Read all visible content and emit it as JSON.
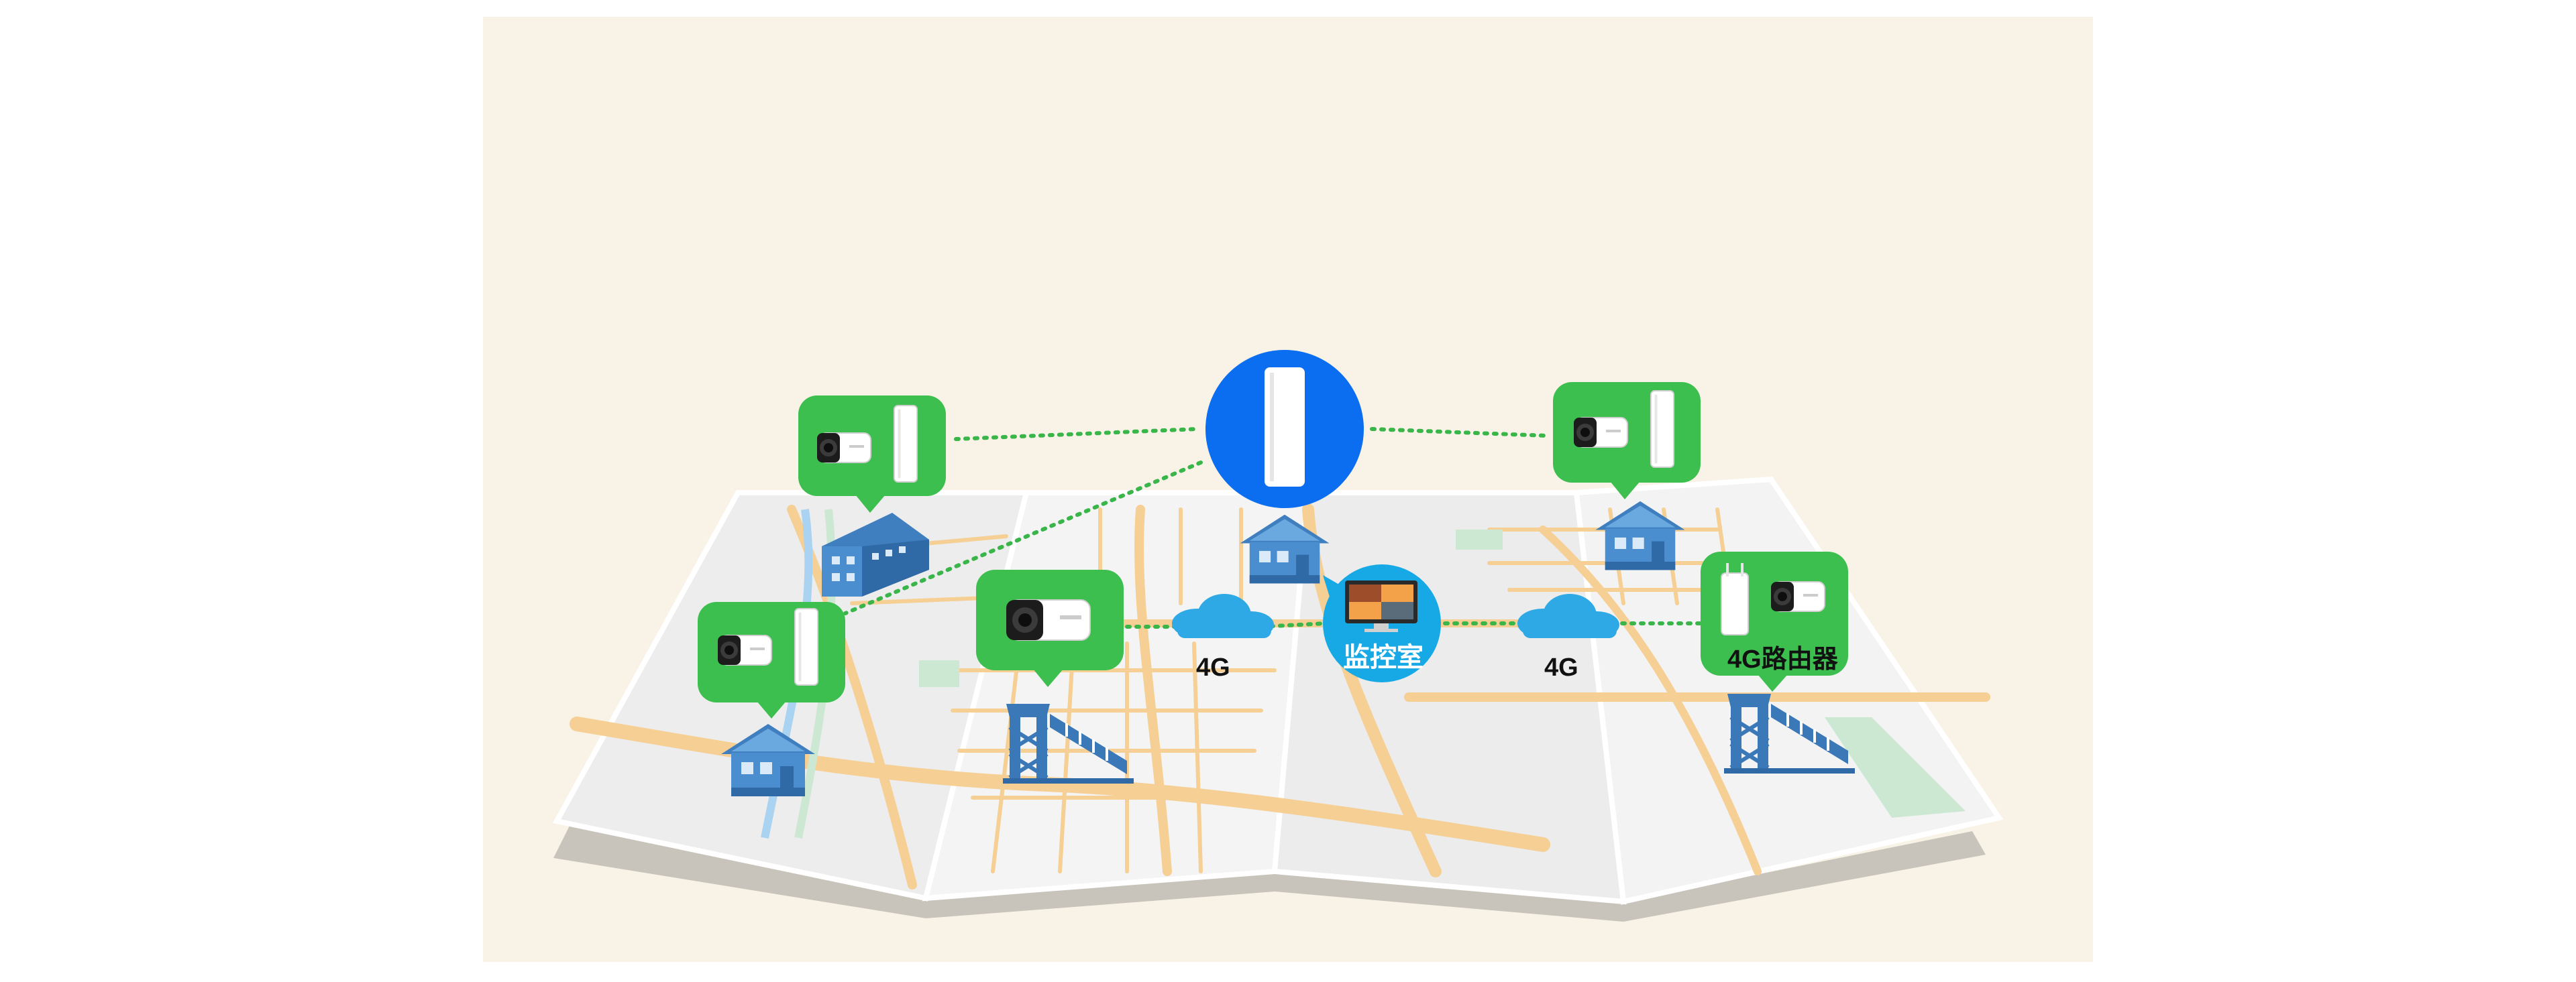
{
  "diagram": {
    "colors": {
      "background": "#ffffff",
      "panel": "#f9f3e7",
      "map_paper": "#f1f1f1",
      "road": "#f5cf94",
      "water": "#a9d3f0",
      "park": "#cde8d2",
      "green_bubble": "#3dbf4f",
      "blue_hub": "#0b6ef0",
      "monitor_circle": "#17a8e6",
      "cloud": "#2fa9e6",
      "building": "#4a8ed0",
      "dotted_link": "#39b54a"
    },
    "labels": {
      "cloud_left": "4G",
      "cloud_right": "4G",
      "monitoring_room": "监控室",
      "router_4g": "4G路由器"
    },
    "device_icons": [
      "camera-with-cpe-icon",
      "camera-with-cpe-icon",
      "camera-icon",
      "cpe-base-station-icon",
      "camera-with-cpe-icon",
      "router-camera-icon",
      "monitor-icon"
    ]
  }
}
